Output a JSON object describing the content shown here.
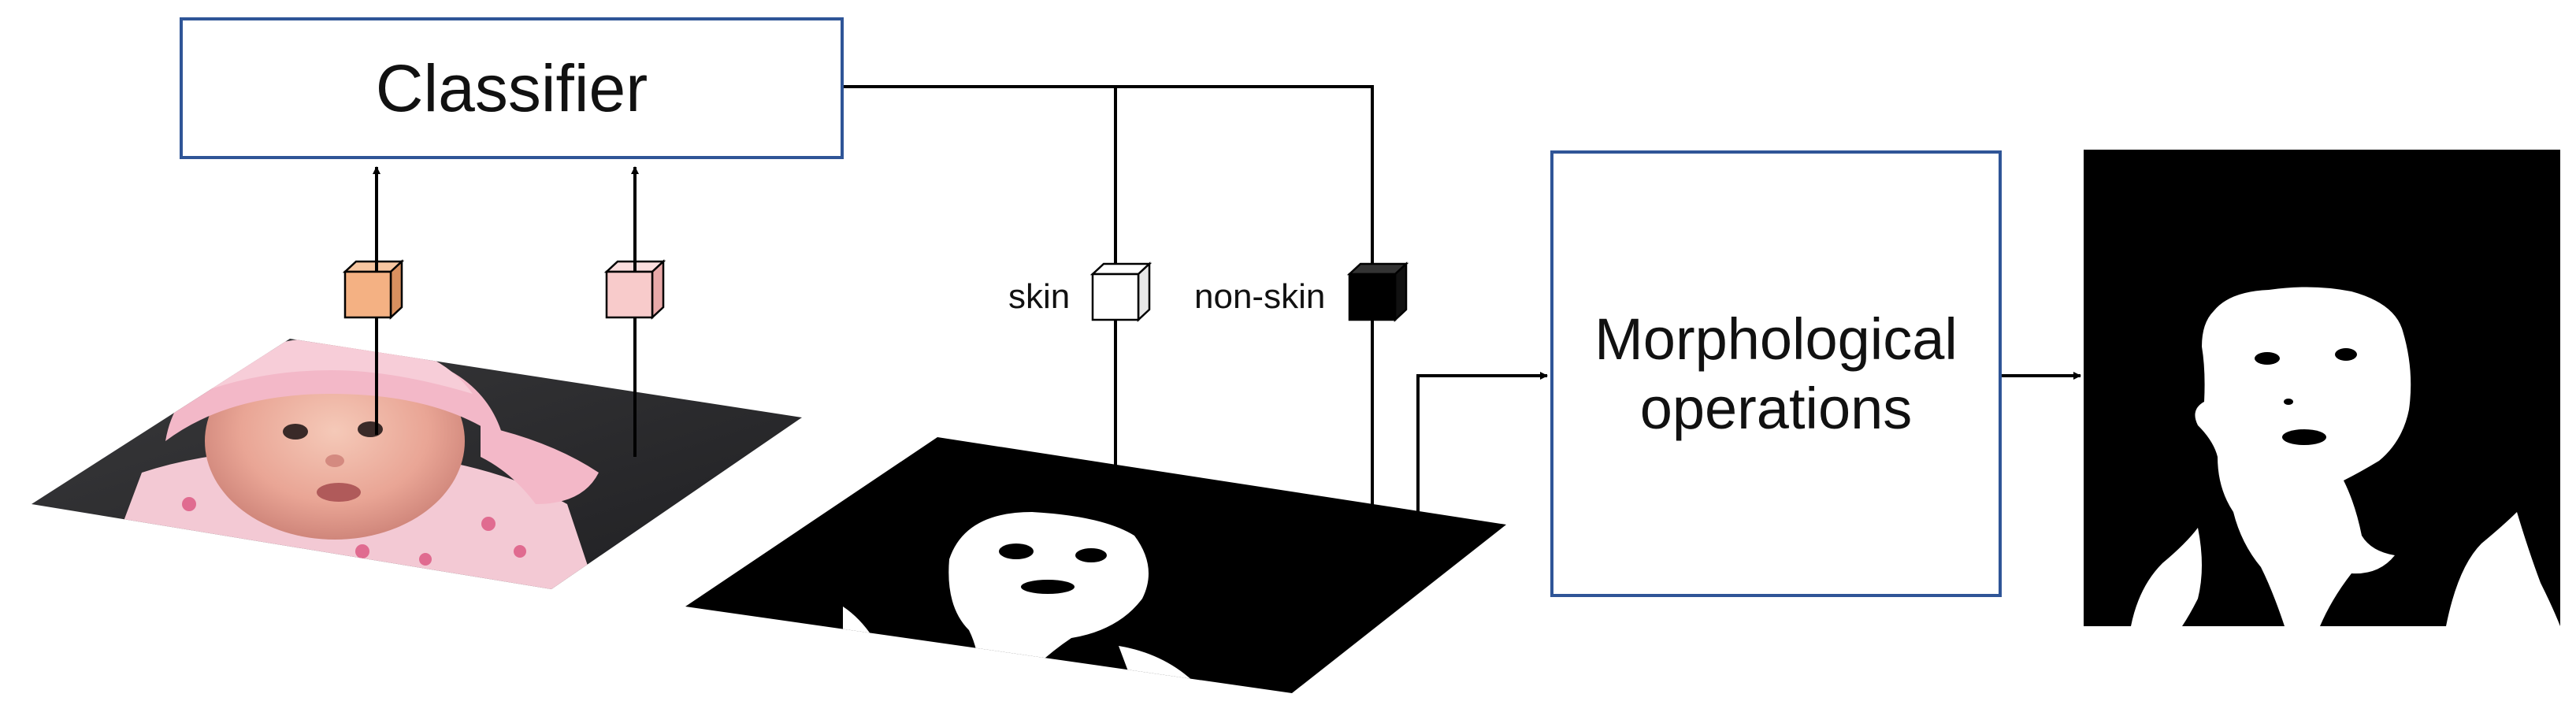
{
  "diagram": {
    "classifier_label": "Classifier",
    "morphology_label_line1": "Morphological",
    "morphology_label_line2": "operations",
    "skin_label": "skin",
    "nonskin_label": "non-skin"
  },
  "colors": {
    "box_border": "#2f5597",
    "arrow": "#000000",
    "feature_cube_1": "#f4b183",
    "feature_cube_2": "#f8cbcb",
    "skin_cube": "#ffffff",
    "nonskin_cube": "#000000",
    "mask_background": "#000000",
    "mask_foreground": "#ffffff"
  }
}
